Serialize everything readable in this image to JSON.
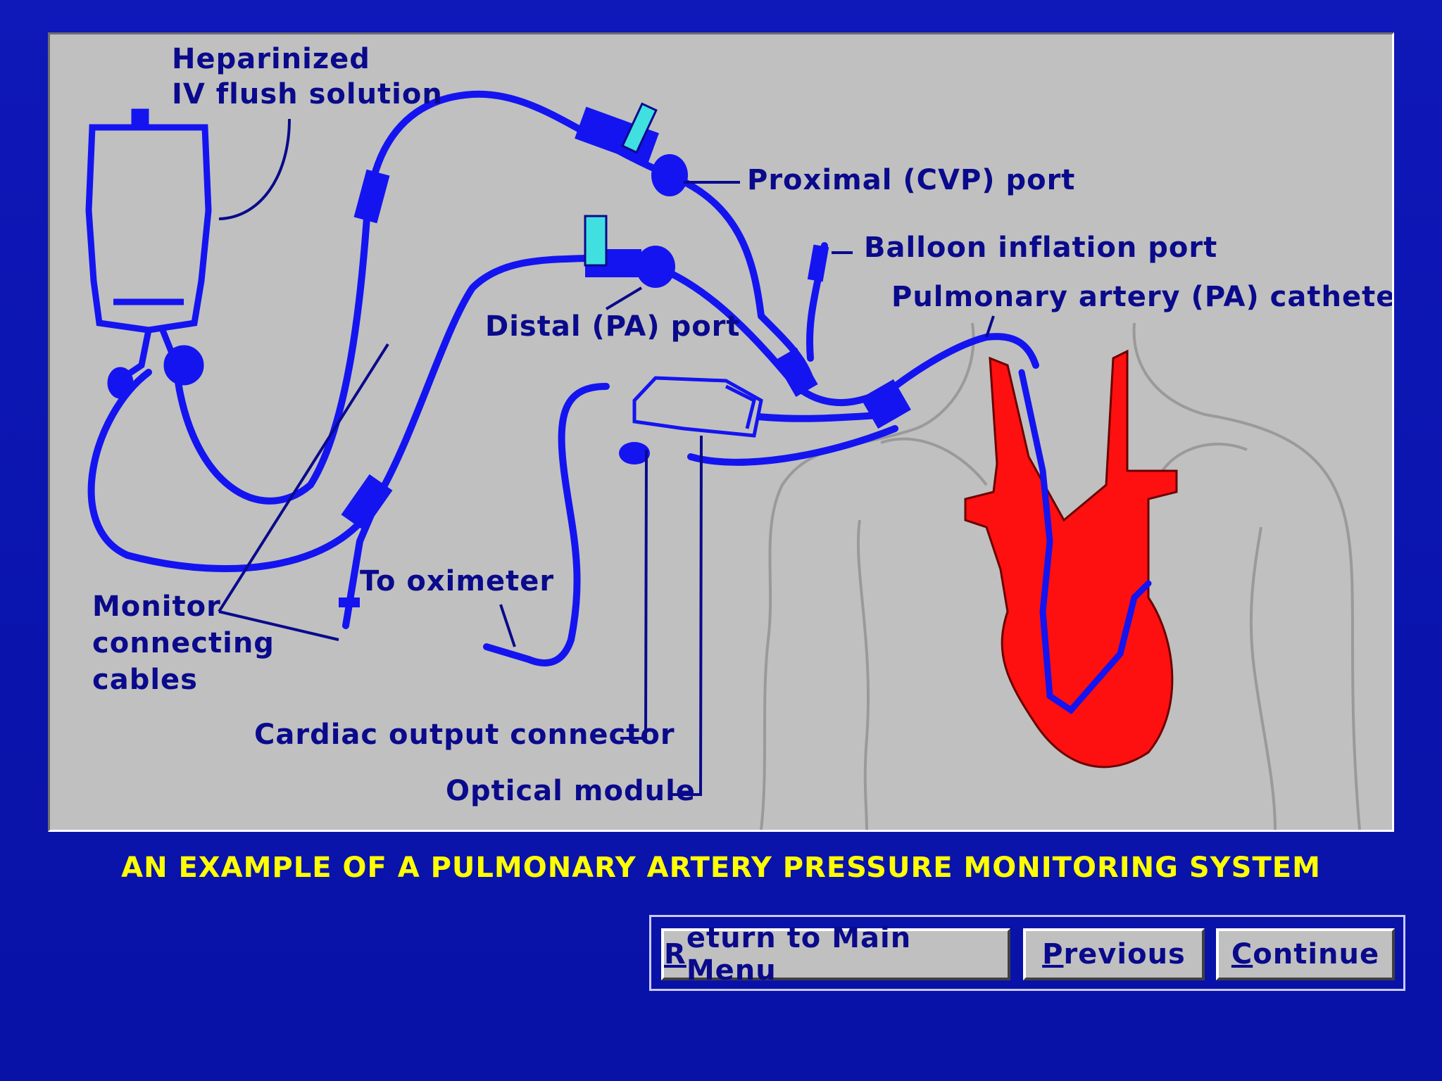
{
  "diagram": {
    "labels": {
      "heparin_line1": "Heparinized",
      "heparin_line2": "IV flush solution",
      "proximal_port": "Proximal (CVP) port",
      "balloon_port": "Balloon inflation port",
      "pa_catheter": "Pulmonary artery (PA) catheter",
      "distal_port": "Distal (PA) port",
      "to_oximeter": "To oximeter",
      "monitor_line1": "Monitor",
      "monitor_line2": "connecting",
      "monitor_line3": "cables",
      "cardiac_output": "Cardiac output connector",
      "optical_module": "Optical module"
    },
    "colors": {
      "panel": "#c0c0c0",
      "tubing": "#1414f0",
      "label": "#0a0a8c",
      "heart": "#ff1010",
      "stopcock": "#40e0e0",
      "body_outline": "#9a9a9a"
    }
  },
  "caption": "AN EXAMPLE OF A PULMONARY ARTERY PRESSURE MONITORING SYSTEM",
  "buttons": {
    "main_menu": {
      "hotkey": "R",
      "rest": "eturn to Main Menu"
    },
    "previous": {
      "hotkey": "P",
      "rest": "revious"
    },
    "continue": {
      "hotkey": "C",
      "rest": "ontinue"
    }
  }
}
